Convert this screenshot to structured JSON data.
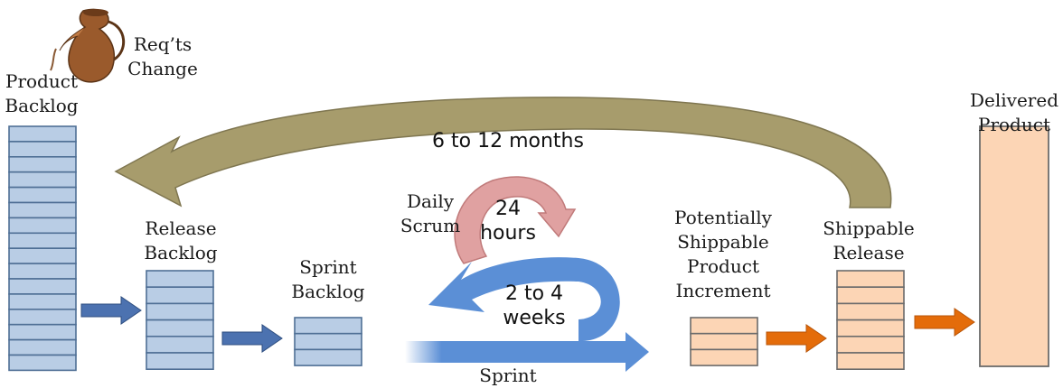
{
  "colors": {
    "backlog_fill": "#b9cde5",
    "backlog_stroke": "#4f6f95",
    "product_fill": "#fcd5b5",
    "product_stroke": "#6b6b6b",
    "blue_arrow": "#4c72b0",
    "orange_arrow": "#e46c0a",
    "sprint_loop": "#5b8fd6",
    "scrum_loop": "#e0a1a1",
    "release_arrow": "#a79c6c"
  },
  "icons": [
    "pitcher-icon"
  ],
  "labels": {
    "product_backlog": [
      "Product",
      "Backlog"
    ],
    "reqs_change": [
      "Req’ts",
      "Change"
    ],
    "release_backlog": [
      "Release",
      "Backlog"
    ],
    "sprint_backlog": [
      "Sprint",
      "Backlog"
    ],
    "daily_scrum": [
      "Daily",
      "Scrum"
    ],
    "hours": [
      "24",
      "hours"
    ],
    "weeks": [
      "2 to 4",
      "weeks"
    ],
    "sprint": "Sprint",
    "potentially_shippable": [
      "Potentially",
      "Shippable",
      "Product",
      "Increment"
    ],
    "shippable_release": [
      "Shippable",
      "Release"
    ],
    "delivered_product": [
      "Delivered",
      "Product"
    ],
    "months": "6 to 12 months"
  }
}
